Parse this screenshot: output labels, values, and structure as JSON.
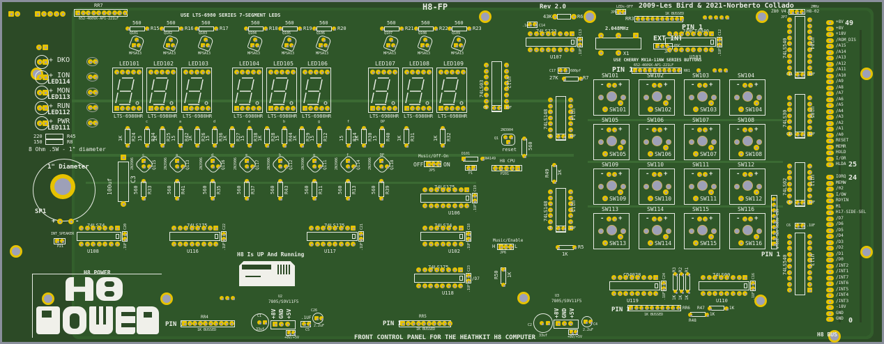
{
  "board": {
    "title": "H8-FP",
    "revision": "Rev 2.0",
    "credits": "2009-Les Bird & 2021-Norberto Collado",
    "footer": "FRONT CONTROL PANEL FOR THE HEATHKIT H8 COMPUTER",
    "led_note": "USE LTS-6980 SERIES 7-SEGMENT LEDS",
    "button_note": "USE CHERRY MX1A-11NW  SERIES BUTTONS",
    "bus_label": "H8 BUS",
    "power_label": "H8 POWER",
    "running_label": "H8 Is UP And Running",
    "colors": {
      "board": "#2c4a26",
      "copper_fill": "#335f2c",
      "silkscreen": "#e8ece4",
      "pad": "#e6c200",
      "hole": "#9da0b8",
      "edge": "#8a8f9c"
    }
  },
  "top_left": {
    "rr7": "RR7",
    "rr7_part": "652-4609X-AP1-221LF"
  },
  "status_leds": [
    {
      "label": "+ DKO",
      "ref": ""
    },
    {
      "label": "+ ION",
      "ref": "LED114"
    },
    {
      "label": "+ MON",
      "ref": "LED113"
    },
    {
      "label": "+ RUN",
      "ref": "LED112"
    },
    {
      "label": "+ PWR",
      "ref": "LED111"
    }
  ],
  "speaker": {
    "r45": "220",
    "r45_ref": "R45",
    "r8": "150",
    "r8_ref": "R8",
    "spec": "8 Ohm .5W - 1\" diameter",
    "diameter": "1\" Diameter",
    "ref": "SP1",
    "plus": "+",
    "minus": "-",
    "int_speaker": "INT_SPEAKER",
    "p21": "P21",
    "c3": "C3",
    "c3_val": "100uf"
  },
  "top_resistors": [
    {
      "val": "560",
      "ref": "R15",
      "q": "Q101"
    },
    {
      "val": "560",
      "ref": "R16",
      "q": "Q102"
    },
    {
      "val": "560",
      "ref": "R17",
      "q": "Q103"
    },
    {
      "val": "560",
      "ref": "R18",
      "q": "Q104"
    },
    {
      "val": "560",
      "ref": "R19",
      "q": "Q105"
    },
    {
      "val": "560",
      "ref": "R20",
      "q": "Q106"
    },
    {
      "val": "560",
      "ref": "R21",
      "q": "Q107"
    },
    {
      "val": "560",
      "ref": "R22",
      "q": "Q108"
    },
    {
      "val": "560",
      "ref": "R23",
      "q": "Q109"
    }
  ],
  "transistor_part": "MPSA13",
  "seven_seg": [
    {
      "ref": "LED101",
      "part": "LTS-6980HR"
    },
    {
      "ref": "LED102",
      "part": "LTS-6980HR"
    },
    {
      "ref": "LED103",
      "part": "LTS-6980HR"
    },
    {
      "ref": "LED104",
      "part": "LTS-6980HR"
    },
    {
      "ref": "LED105",
      "part": "LTS-6980HR"
    },
    {
      "ref": "LED106",
      "part": "LTS-6980HR"
    },
    {
      "ref": "LED107",
      "part": "LTS-6980HR"
    },
    {
      "ref": "LED108",
      "part": "LTS-6980HR"
    },
    {
      "ref": "LED109",
      "part": "LTS-6980HR"
    }
  ],
  "seg_resistors": [
    {
      "val": "1K",
      "ref": "R24",
      "seg": ""
    },
    {
      "val": "15",
      "ref": "R34",
      "seg": "c"
    },
    {
      "val": "1K",
      "ref": "R25",
      "seg": ""
    },
    {
      "val": "15",
      "ref": "R42",
      "seg": "a"
    },
    {
      "val": "1K",
      "ref": "R26",
      "seg": ""
    },
    {
      "val": "15",
      "ref": "R36",
      "seg": "d"
    },
    {
      "val": "1K",
      "ref": "R27",
      "seg": ""
    },
    {
      "val": "15",
      "ref": "R38",
      "seg": "e"
    },
    {
      "val": "1K",
      "ref": "R28",
      "seg": ""
    },
    {
      "val": "15",
      "ref": "R44",
      "seg": "b"
    },
    {
      "val": "1K",
      "ref": "R29",
      "seg": ""
    },
    {
      "val": "15",
      "ref": "R12",
      "seg": "g"
    },
    {
      "val": "15",
      "ref": "R14",
      "seg": "f"
    },
    {
      "val": "1K",
      "ref": "R30",
      "seg": ""
    },
    {
      "val": "15",
      "ref": "R40",
      "seg": "DP"
    },
    {
      "val": "1K",
      "ref": "R31",
      "seg": ""
    },
    {
      "val": "1K",
      "ref": "R32",
      "seg": ""
    }
  ],
  "seg_drivers": [
    {
      "part": "2N3906",
      "ref": "Q115",
      "seg": "c",
      "r_val": "560",
      "r_ref": "R33"
    },
    {
      "part": "2N3906",
      "ref": "Q113",
      "seg": "a",
      "r_val": "560",
      "r_ref": "R41"
    },
    {
      "part": "2N3906",
      "ref": "Q116",
      "seg": "d",
      "r_val": "560",
      "r_ref": "R35"
    },
    {
      "part": "2N3906",
      "ref": "Q117",
      "seg": "e",
      "r_val": "560",
      "r_ref": "R37"
    },
    {
      "part": "2N3906",
      "ref": "Q112",
      "seg": "b",
      "r_val": "560",
      "r_ref": "R43"
    },
    {
      "part": "2N3906",
      "ref": "Q111",
      "seg": "g",
      "r_val": "560",
      "r_ref": "R11"
    },
    {
      "part": "2N3906",
      "ref": "Q114",
      "seg": "f",
      "r_val": "560",
      "r_ref": "R13"
    },
    {
      "part": "2N3906",
      "ref": "Q118",
      "seg": "DP",
      "r_val": "560",
      "r_ref": "R39"
    }
  ],
  "ics": [
    {
      "part": "74LS74",
      "ref": "U108",
      "cap": "C20",
      "cap_val": ".1UF"
    },
    {
      "part": "74LS175",
      "ref": "U116",
      "cap": "C22",
      "cap_val": ".1UF"
    },
    {
      "part": "74LS175",
      "ref": "U117",
      "cap": "C21",
      "cap_val": ".1UF"
    },
    {
      "part": "74LS175",
      "ref": "U106",
      "cap": "C19",
      "cap_val": ".1UF"
    },
    {
      "part": "74LS74",
      "ref": "U102",
      "cap": "C18",
      "cap_val": ".1UF"
    },
    {
      "part": "74LS175",
      "ref": "U118",
      "cap": "C23",
      "cap_val": ".1UF"
    },
    {
      "part": "74LS123",
      "ref": "U107",
      "cap": "C13",
      "cap_val": ".1UF"
    },
    {
      "part": "74HCT4040",
      "ref": "U103",
      "cap": "C12",
      "cap_val": ".1UF"
    },
    {
      "part": "CD4028",
      "ref": "U119",
      "cap": "C24",
      "cap_val": ".1UF"
    },
    {
      "part": "74LS00",
      "ref": "U110",
      "cap": "C16",
      "cap_val": ".1UF"
    },
    {
      "part": "74LS03",
      "ref": "U112",
      "cap": "C9",
      "cap_val": ".1UF"
    },
    {
      "part": "74LS148",
      "ref": "U114",
      "cap": "C8",
      "cap_val": ".1UF"
    },
    {
      "part": "74LS148",
      "ref": "U115",
      "cap": "C7",
      "cap_val": ".1UF"
    },
    {
      "part": "74LS540",
      "ref": "U104",
      "cap": "C11",
      "cap_val": ".1UF"
    },
    {
      "part": "74LS30",
      "ref": "U105",
      "cap": "C15",
      "cap_val": ".1UF"
    },
    {
      "part": "74LS02",
      "ref": "U111",
      "cap": "C10",
      "cap_val": ".1UF"
    },
    {
      "part": "74LS540",
      "ref": "U113",
      "cap": "C6",
      "cap_val": ".1UF"
    }
  ],
  "misc": {
    "r6": "43K",
    "r6_ref": "R6",
    "c14": ".1uF",
    "c14_ref": "C14",
    "crystal": "2.048MHz",
    "x1": "X1",
    "c25": "C25",
    "ext_int": "EXT INT",
    "osc": "OSC",
    "jp4": "JP4",
    "c17": "C17",
    "c17_val": "680pf",
    "r7": "27K",
    "r7_ref": "R7",
    "rr3": "RR3",
    "rr3_label": "1K BUSSED",
    "rr1": "RR1",
    "rr1_part": "652-4609X-AP1-221LF",
    "pin1": "PIN 1",
    "jp8_label": "LEDs-OFF",
    "jp8": "JP8",
    "jp7_label": "2MHz",
    "jp7_left": "Z80 V4.0",
    "jp7_right": "H8-02",
    "jp7": "JP7",
    "q1": "Q1",
    "q1_part": "2N3904",
    "reset": "reset",
    "r4": "R4",
    "r4_val": "560",
    "music_off_on": "Music/Off-On",
    "off": "OFF",
    "on": "ON",
    "jp5": "JP5",
    "d101": "D101",
    "d101_part": "1N4149",
    "p1": "P1",
    "h8cpu": "H8 CPU",
    "p201": "P201",
    "r49": "R49",
    "r49_val": "1K",
    "r5": "R5",
    "r5_val": "1K",
    "music_enable": "Music/Enable",
    "h": "H",
    "l": "L",
    "jp6": "JP6",
    "r50": "R50",
    "r50_val": "1K",
    "r1": "R1",
    "r2": "R2",
    "r3": "R3",
    "r123_val": "1K",
    "rr6": "RR6",
    "rr6_label": "1K BUSSED",
    "r47": "R47",
    "r47_val": "1K",
    "r48": "R48",
    "r48_val": "1K",
    "rr2": "RR2",
    "rr2_part": "652-4609X-AP1-221LF",
    "rr4": "RR4",
    "rr4_label": "1K BUSSED",
    "rr5": "RR5",
    "rr5_label": "1K BUSSED",
    "u2": "U2",
    "u2_part": "7805/S9V11F5",
    "u3": "U3",
    "u3_part": "7805/S9V11F5",
    "reg_pins": [
      "+8V",
      "GND",
      "+5V"
    ],
    "c1": "C1",
    "c1_val": "33uf",
    "c2": "C2",
    "c2_val": "33uf",
    "c5": "C5",
    "c5_val": ".1UF",
    "c26": "C26",
    "c26_val": "2.2uF",
    "c4": "C4",
    "c4_val": "2.2uF",
    "jp1": "JP1",
    "jp1_label": "+8V/+5V",
    "jp3": "JP3",
    "jp3_label": "+8V/+5V",
    "d_label": "/D7"
  },
  "switches": [
    "SW101",
    "SW102",
    "SW103",
    "SW104",
    "SW105",
    "SW106",
    "SW107",
    "SW108",
    "SW109",
    "SW110",
    "SW111",
    "SW112",
    "SW113",
    "SW114",
    "SW115",
    "SW116"
  ],
  "bus_pins": {
    "top_num": "49",
    "mid_num_a": "25",
    "mid_num_b": "24",
    "bottom_num": "0",
    "signals": [
      "+8V",
      "+8V",
      "+18V",
      "/ROM_DIS",
      "/A15",
      "/A14",
      "/A13",
      "/A12",
      "/A11",
      "/A10",
      "/A9",
      "/A8",
      "/A7",
      "/A6",
      "/A5",
      "/A4",
      "/A3",
      "/A2",
      "/A1",
      "/A0",
      "RESET",
      "MEMR",
      "HOLD",
      "I/OR",
      "HLDA",
      "IORQ",
      "MEMW",
      "/02",
      "I/OW",
      "RDYIN",
      "M1",
      "H17-SIDE-SEL",
      "/D7",
      "/D6",
      "/D5",
      "/D4",
      "/D3",
      "/D2",
      "/D1",
      "/D0",
      "/INT2",
      "/INT1",
      "/INT7",
      "/INT6",
      "/INT5",
      "/INT4",
      "/INT3",
      "-18V",
      "GND",
      "GND"
    ]
  }
}
